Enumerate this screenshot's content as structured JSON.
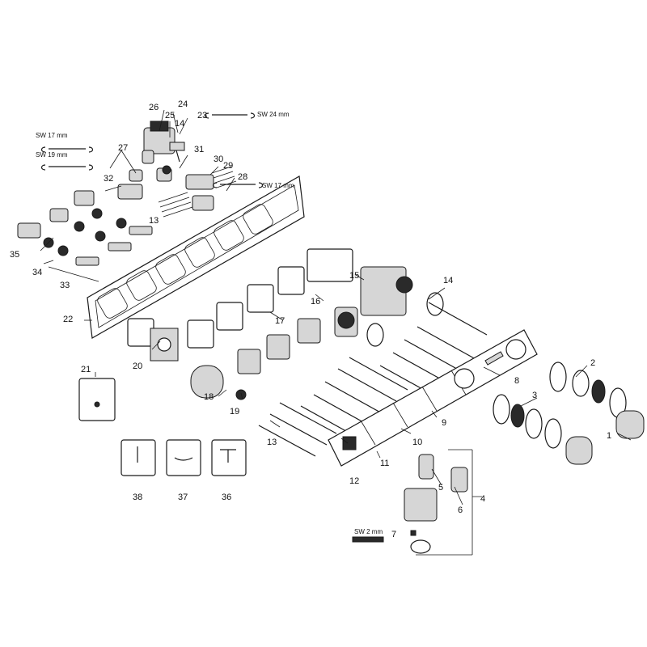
{
  "diagram": {
    "callouts": [
      "1",
      "2",
      "3",
      "4",
      "5",
      "6",
      "7",
      "8",
      "9",
      "10",
      "11",
      "12",
      "13",
      "13",
      "14",
      "14",
      "15",
      "16",
      "17",
      "18",
      "19",
      "20",
      "21",
      "22",
      "23",
      "24",
      "25",
      "26",
      "27",
      "28",
      "29",
      "30",
      "31",
      "32",
      "33",
      "34",
      "35",
      "36",
      "37",
      "38"
    ],
    "tool_labels": {
      "sw24": "SW 24 mm",
      "sw17_top": "SW 17 mm",
      "sw19": "SW 19 mm",
      "sw17_right": "SW 17 mm",
      "sw2": "SW 2 mm"
    }
  }
}
